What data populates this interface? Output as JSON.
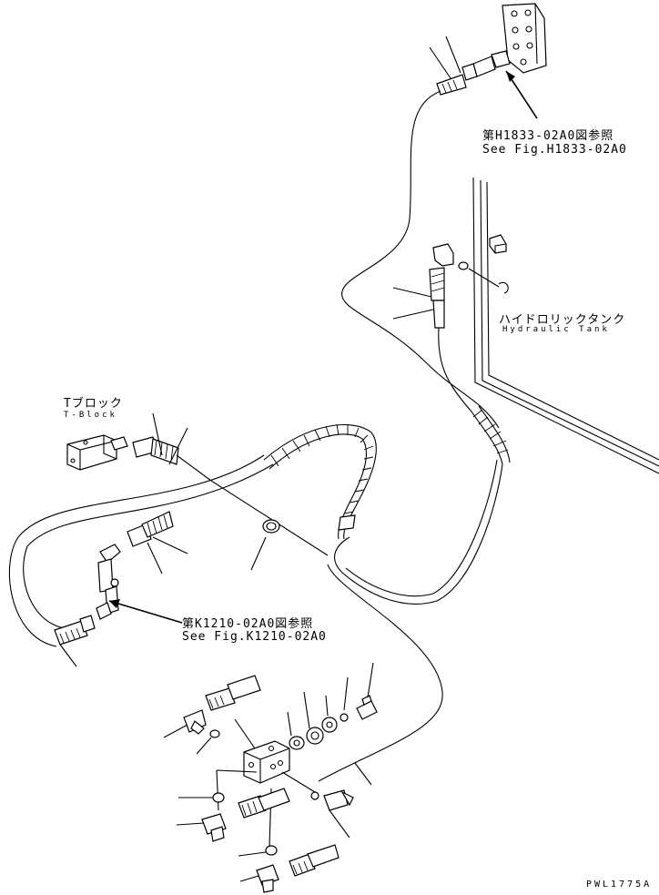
{
  "references": {
    "top": {
      "jp": "第H1833-02A0図参照",
      "en": "See Fig.H1833-02A0"
    },
    "middle": {
      "jp": "第K1210-02A0図参照",
      "en": "See Fig.K1210-02A0"
    }
  },
  "labels": {
    "tank_jp": "ハイドロリックタンク",
    "tank_en": "Hydraulic Tank",
    "tblock_jp": "Tブロック",
    "tblock_en": "T-Block"
  },
  "drawing_number": "PWL1775A"
}
